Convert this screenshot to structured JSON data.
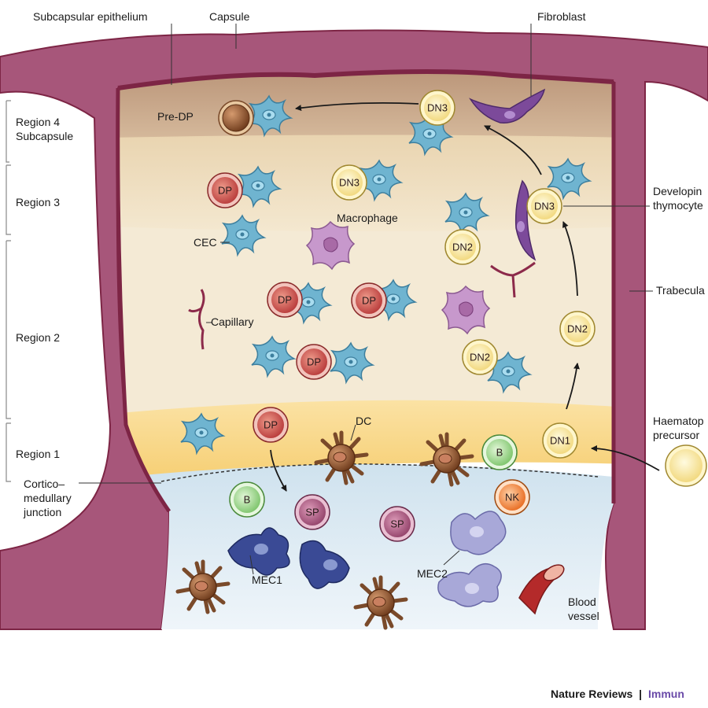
{
  "top_labels": {
    "subcapsular_epithelium": "Subcapsular epithelium",
    "capsule": "Capsule",
    "fibroblast": "Fibroblast"
  },
  "regions": [
    {
      "line1": "Region 4",
      "line2": "Subcapsule"
    },
    {
      "line1": "Region 3",
      "line2": ""
    },
    {
      "line1": "Region 2",
      "line2": ""
    },
    {
      "line1": "Region 1",
      "line2": ""
    }
  ],
  "cortico_medullary": [
    "Cortico–",
    "medullary",
    "junction"
  ],
  "right_labels": {
    "developing_1": "Developin",
    "developing_2": "thymocyte",
    "trabecula": "Trabecula",
    "haemato_1": "Haematop",
    "haemato_2": "precursor"
  },
  "cell_labels": {
    "pre_dp": "Pre-DP",
    "macrophage": "Macrophage",
    "cec": "CEC",
    "capillary": "Capillary",
    "dc": "DC",
    "mec1": "MEC1",
    "mec2": "MEC2",
    "blood_1": "Blood",
    "blood_2": "vessel"
  },
  "thymocytes": {
    "dp": "DP",
    "dn1": "DN1",
    "dn2": "DN2",
    "dn3": "DN3",
    "sp": "SP",
    "b": "B",
    "nk": "NK"
  },
  "credit": {
    "journal": "Nature Reviews",
    "separator": "|",
    "section": "Immun"
  },
  "colors": {
    "capsule": "#a7567a",
    "capsule_dark": "#7d2545",
    "region4": "#c9a98b",
    "region3": "#efdcbc",
    "region2": "#f4ead5",
    "region1": "#f8d68a",
    "medulla": "#d6e8f0",
    "epithelial": "#6fb4d0",
    "dp_red": "#c8504f",
    "dn_yellow": "#f6e39a",
    "sp_purple": "#a8577e",
    "b_green": "#9fd78a",
    "nk_orange": "#f08a45",
    "macrophage": "#c798cc",
    "dc_brown": "#8a5a3a",
    "mec1": "#3a4a95",
    "mec2": "#a8a8d8"
  }
}
